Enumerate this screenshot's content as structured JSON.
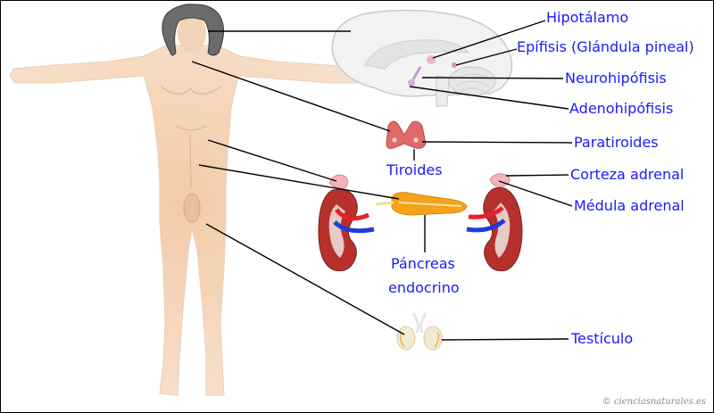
{
  "colors": {
    "label": "#1a1aff",
    "line": "#000000",
    "skin": "#f6dcc4",
    "skin_shade": "#e9c09c",
    "kidney": "#b7312c",
    "pancreas": "#f6a21a",
    "thyroid": "#e06a6a",
    "artery": "#e8202a",
    "vein": "#1e3cd8"
  },
  "labels": {
    "hipotalamo": "Hipotálamo",
    "epifisis": "Epífisis (Glándula pineal)",
    "neurohipofisis": "Neurohipófisis",
    "adenohipofisis": "Adenohipófisis",
    "paratiroides": "Paratiroides",
    "tiroides": "Tiroides",
    "corteza_adrenal": "Corteza adrenal",
    "medula_adrenal": "Médula adrenal",
    "pancreas_line1": "Páncreas",
    "pancreas_line2": "endocrino",
    "testiculo": "Testículo"
  },
  "credit": "© cienciasnaturales.es"
}
